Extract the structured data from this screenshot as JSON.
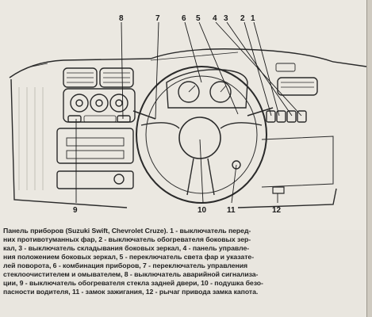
{
  "callouts": [
    "1",
    "2",
    "3",
    "4",
    "5",
    "6",
    "7",
    "8",
    "9",
    "10",
    "11",
    "12"
  ],
  "caption": {
    "lines": [
      "Панель приборов (Suzuki Swift, Chevrolet Cruze). 1 - выключатель перед-",
      "них противотуманных фар, 2 - выключатель обогревателя боковых зер-",
      "кал, 3 - выключатель складывания боковых зеркал, 4 - панель управле-",
      "ния положением боковых зеркал, 5 - переключатель света фар и указате-",
      "лей поворота, 6 - комбинация приборов, 7 - переключатель управления",
      "стеклоочистителем и омывателем, 8 - выключатель аварийной сигнализа-",
      "ции, 9 - выключатель обогревателя стекла задней двери, 10 - подушка безо-",
      "пасности водителя, 11 - замок зажигания, 12 - рычаг привода замка капота."
    ]
  },
  "colors": {
    "paper": "#ebe8e1",
    "ink": "#1e1e1e"
  }
}
